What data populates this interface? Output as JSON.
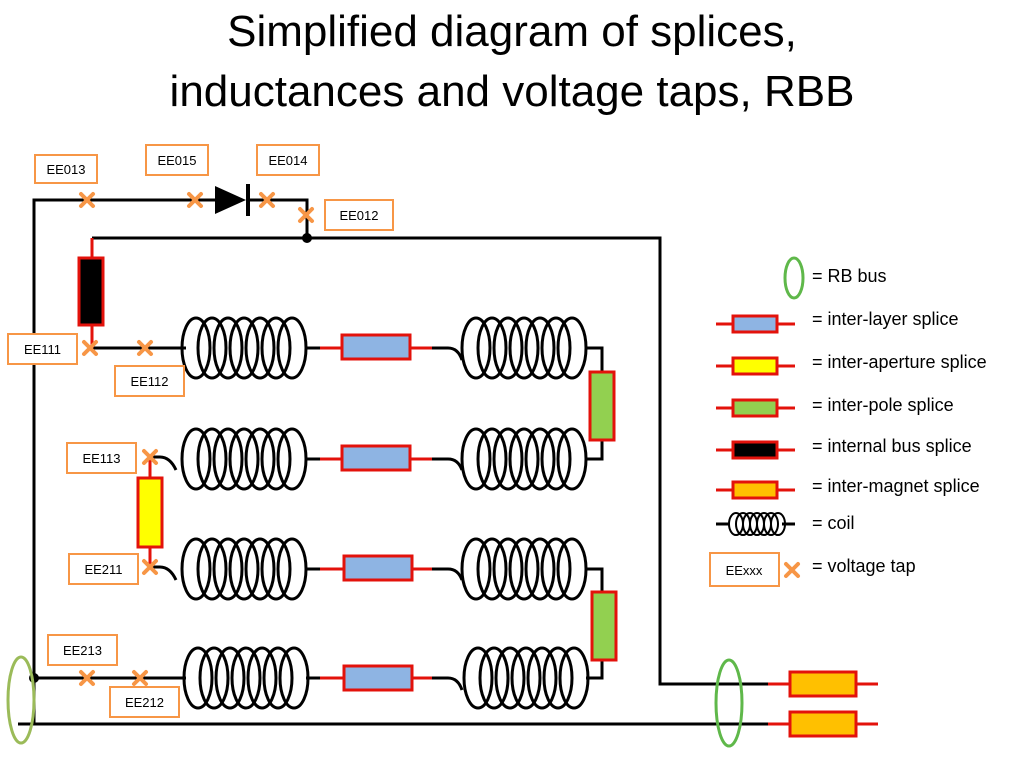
{
  "title": {
    "line1": "Simplified diagram of splices,",
    "line2": "inductances and voltage taps, RBB"
  },
  "colors": {
    "wire": "#000000",
    "splice_border": "#e3120b",
    "inter_layer": "#8eb4e3",
    "inter_aperture": "#ffff00",
    "inter_pole": "#92d050",
    "internal_bus": "#000000",
    "inter_magnet": "#ffc000",
    "voltage_tap": "#f79646",
    "label_border": "#f79646",
    "rb_bus": "#5fb84a",
    "rb_bus_left": "#9bbb59"
  },
  "voltage_taps": [
    {
      "id": "EE013",
      "label": "EE013"
    },
    {
      "id": "EE015",
      "label": "EE015"
    },
    {
      "id": "EE014",
      "label": "EE014"
    },
    {
      "id": "EE012",
      "label": "EE012"
    },
    {
      "id": "EE111",
      "label": "EE111"
    },
    {
      "id": "EE112",
      "label": "EE112"
    },
    {
      "id": "EE113",
      "label": "EE113"
    },
    {
      "id": "EE211",
      "label": "EE211"
    },
    {
      "id": "EE213",
      "label": "EE213"
    },
    {
      "id": "EE212",
      "label": "EE212"
    }
  ],
  "legend": {
    "rb_bus": "= RB bus",
    "inter_layer": "= inter-layer splice",
    "inter_aperture": "= inter-aperture splice",
    "inter_pole": "= inter-pole splice",
    "internal_bus": "= internal bus splice",
    "inter_magnet": "= inter-magnet  splice",
    "coil": "= coil",
    "voltage_tap": "= voltage tap",
    "voltage_tap_label": "EExxx"
  }
}
